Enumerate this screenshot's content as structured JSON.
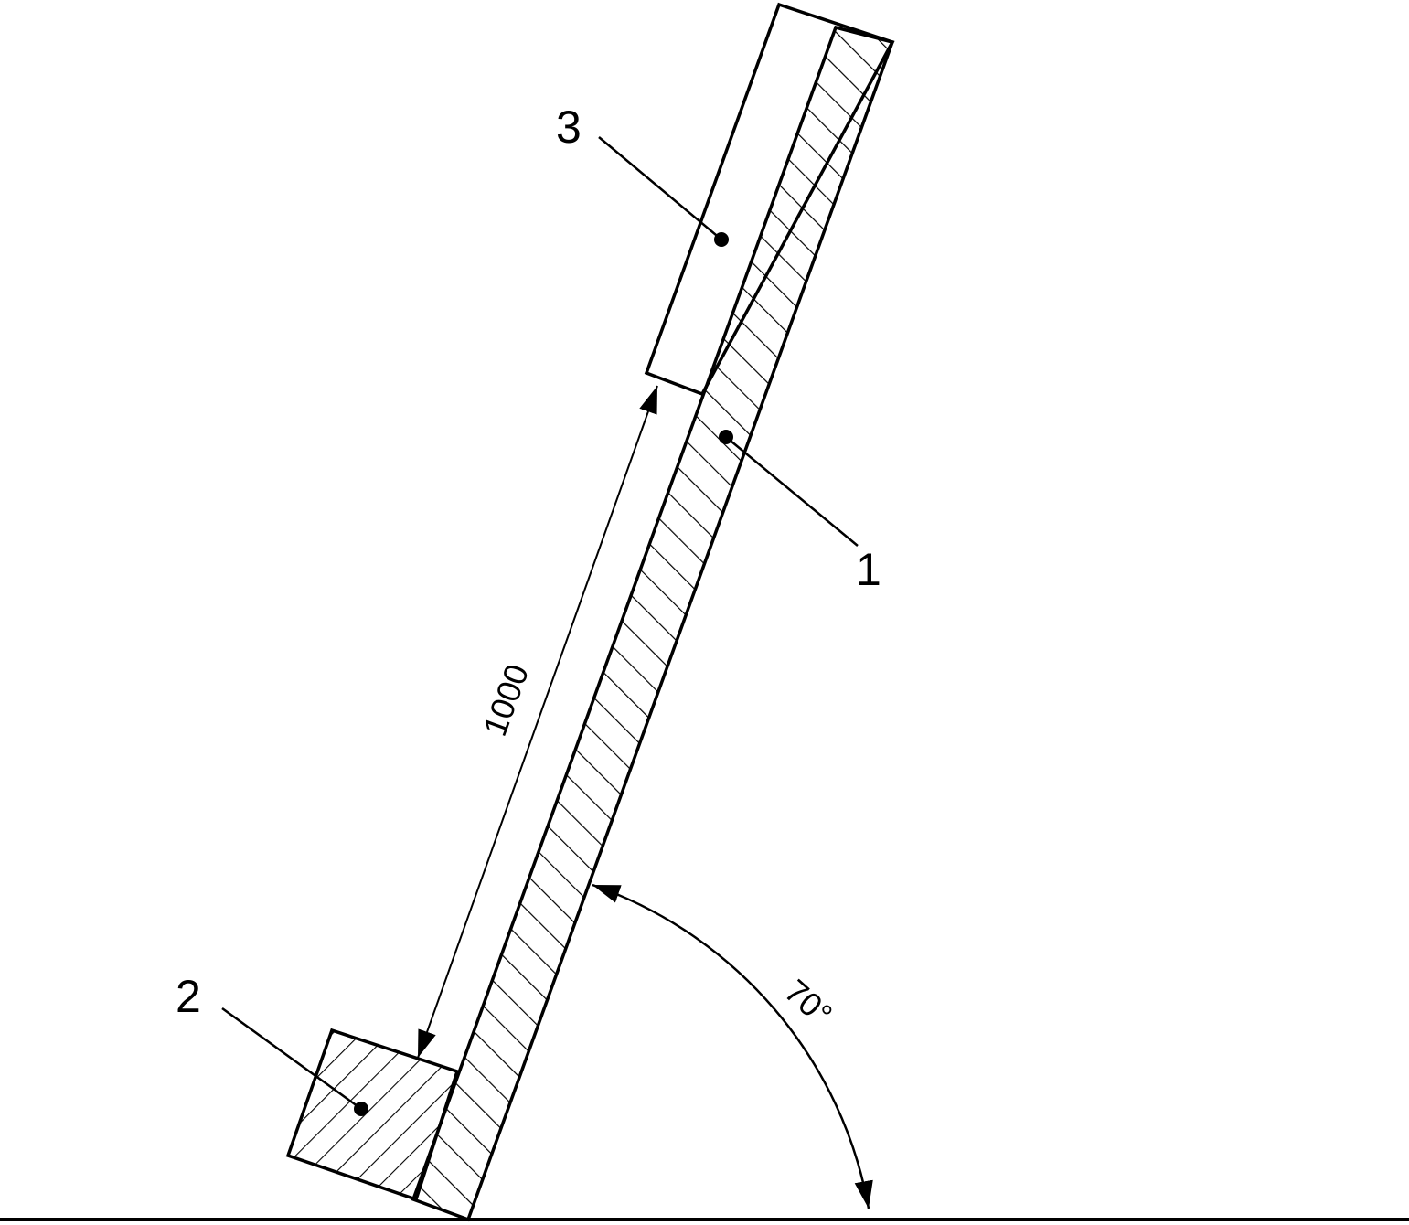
{
  "labels": {
    "part1": "1",
    "part2": "2",
    "part3": "3",
    "length_dimension": "1000",
    "angle_dimension": "70°"
  },
  "colors": {
    "line": "#000000",
    "background": "#ffffff"
  }
}
